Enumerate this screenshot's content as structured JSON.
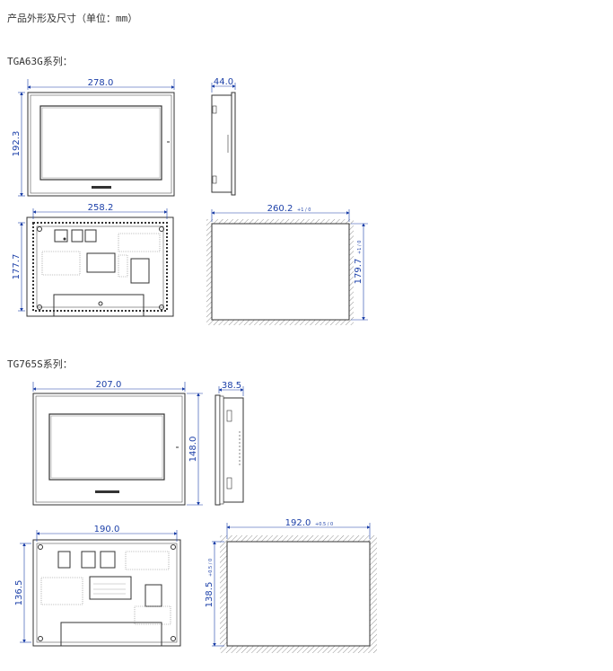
{
  "page_title": "产品外形及尺寸（单位：mm）",
  "colors": {
    "dimension": "#1b3fa8",
    "outline": "#333333",
    "hatch": "#777777"
  },
  "sections": [
    {
      "label": "TGA63G系列：",
      "dims": {
        "front_width": "278.0",
        "front_height": "192.3",
        "side_depth": "44.0",
        "rear_width": "258.2",
        "rear_height": "177.7",
        "cutout_width": "260.2",
        "cutout_width_tol": "+1 / 0",
        "cutout_height": "179.7",
        "cutout_height_tol": "+1 / 0"
      }
    },
    {
      "label": "TG765S系列：",
      "dims": {
        "front_width": "207.0",
        "front_height": "148.0",
        "side_depth": "38.5",
        "rear_width": "190.0",
        "rear_height": "136.5",
        "cutout_width": "192.0",
        "cutout_width_tol": "+0.5 / 0",
        "cutout_height": "138.5",
        "cutout_height_tol": "+0.5 / 0"
      }
    }
  ]
}
